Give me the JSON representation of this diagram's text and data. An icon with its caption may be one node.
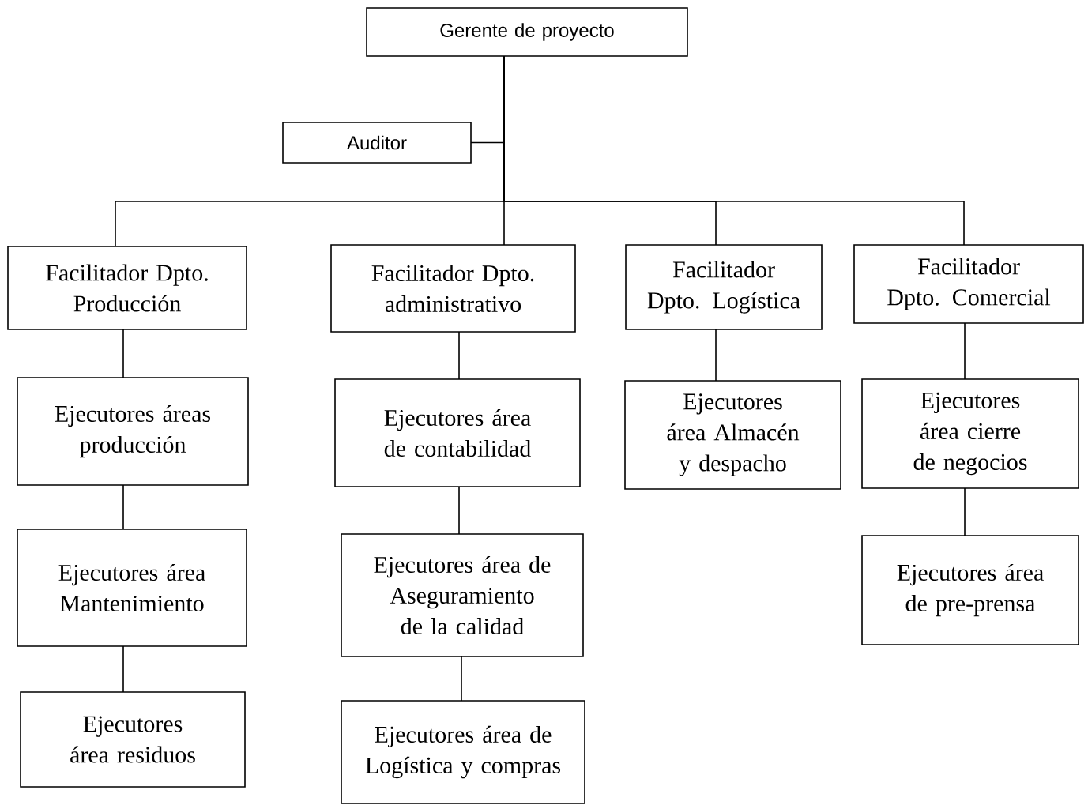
{
  "diagram": {
    "nodes": [
      {
        "text": [
          "Gerente de proyecto"
        ]
      },
      {
        "text": [
          "Auditor"
        ]
      },
      {
        "text": [
          "Facilitador Dpto. Producción"
        ]
      },
      {
        "text": [
          "Facilitador Dpto. administrativo"
        ]
      },
      {
        "text": [
          "Facilitador Dpto. Logística"
        ]
      },
      {
        "text": [
          "Facilitador Dpto. Comercial"
        ]
      },
      {
        "text": [
          "Ejecutores áreas producción"
        ]
      },
      {
        "text": [
          "Ejecutores área de contabilidad"
        ]
      },
      {
        "text": [
          "Ejecutores área Almacén y despacho"
        ]
      },
      {
        "text": [
          "Ejecutores área cierre de negocios"
        ]
      },
      {
        "text": [
          "Ejecutores área Mantenimiento"
        ]
      },
      {
        "text": [
          "Ejecutores área de Aseguramiento de la calidad"
        ]
      },
      {
        "text": [
          "Ejecutores área de pre-prensa"
        ]
      },
      {
        "text": [
          "Ejecutores área residuos"
        ]
      },
      {
        "text": [
          "Ejecutores área de Logística y compras"
        ]
      }
    ],
    "edges": [
      {
        "from": 0,
        "to": 1,
        "arrow": "none"
      },
      {
        "from": 0,
        "to": 2,
        "arrow": "none"
      },
      {
        "from": 0,
        "to": 3,
        "arrow": "none"
      },
      {
        "from": 0,
        "to": 4,
        "arrow": "none"
      },
      {
        "from": 0,
        "to": 5,
        "arrow": "none"
      },
      {
        "from": 2,
        "to": 6,
        "arrow": "none"
      },
      {
        "from": 6,
        "to": 10,
        "arrow": "none"
      },
      {
        "from": 10,
        "to": 13,
        "arrow": "none"
      },
      {
        "from": 3,
        "to": 7,
        "arrow": "none"
      },
      {
        "from": 7,
        "to": 11,
        "arrow": "none"
      },
      {
        "from": 11,
        "to": 14,
        "arrow": "none"
      },
      {
        "from": 4,
        "to": 8,
        "arrow": "none"
      },
      {
        "from": 5,
        "to": 9,
        "arrow": "none"
      },
      {
        "from": 9,
        "to": 12,
        "arrow": "none"
      }
    ]
  }
}
